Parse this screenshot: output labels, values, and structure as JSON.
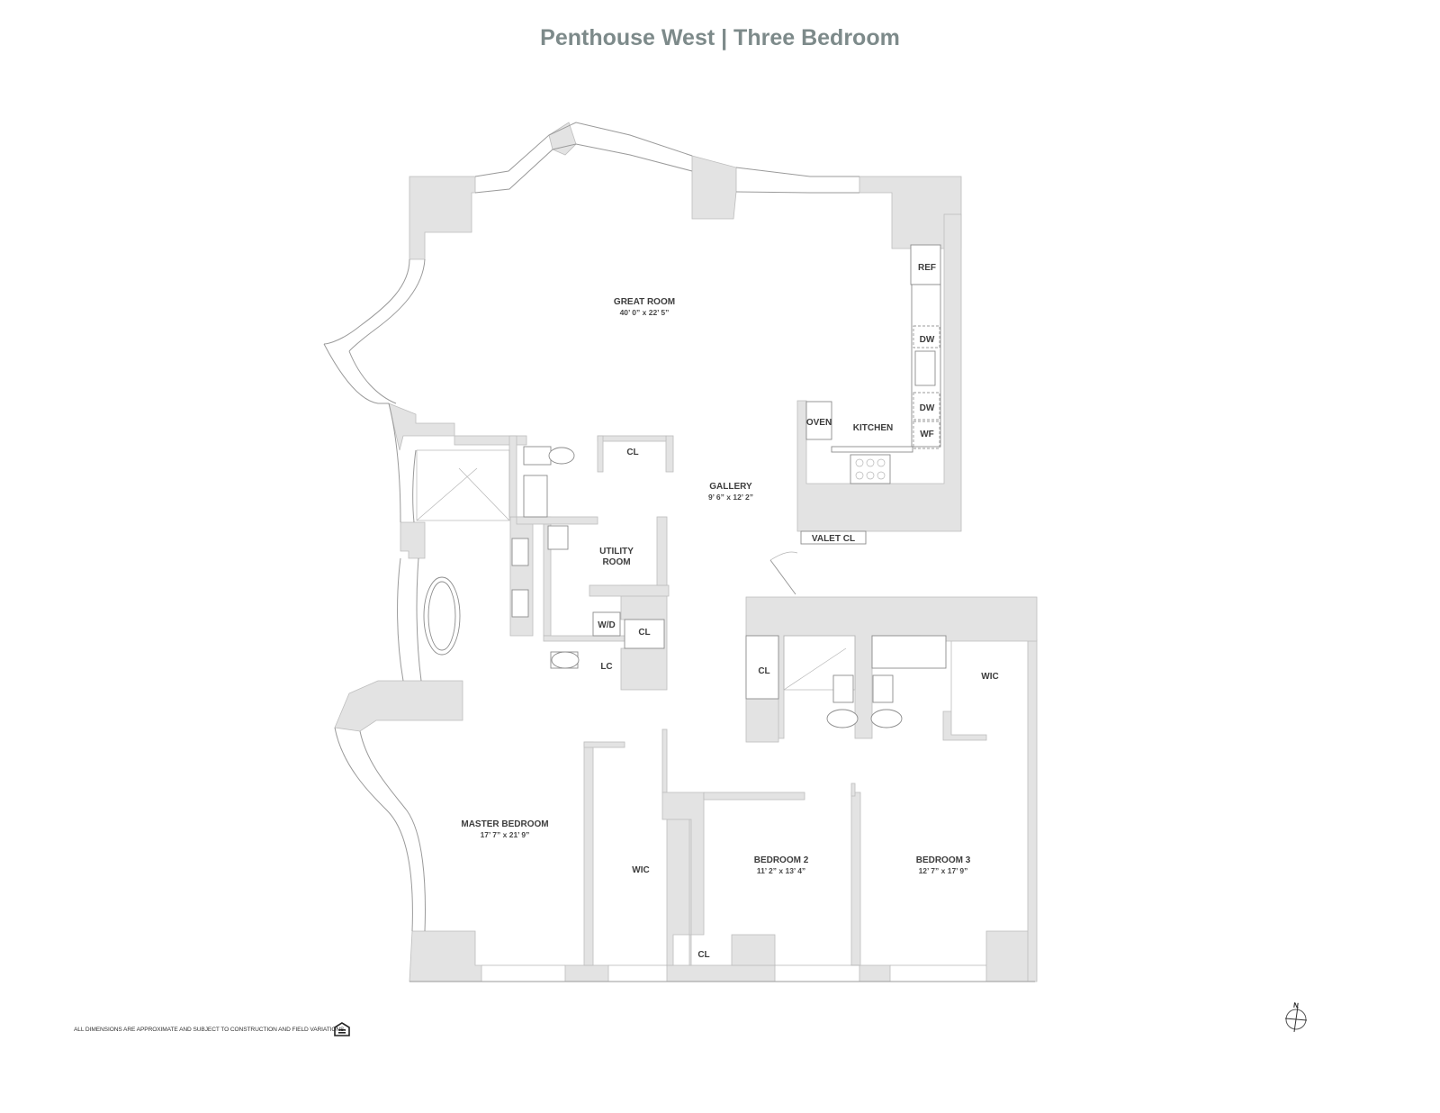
{
  "title": "Penthouse West | Three Bedroom",
  "rooms": {
    "great_room": {
      "name": "GREAT ROOM",
      "dims": "40’ 0” x 22’ 5”"
    },
    "gallery": {
      "name": "GALLERY",
      "dims": "9’ 6” x 12’ 2”"
    },
    "kitchen": {
      "name": "KITCHEN"
    },
    "utility_room": {
      "line1": "UTILITY",
      "line2": "ROOM"
    },
    "master_bedroom": {
      "name": "MASTER BEDROOM",
      "dims": "17’ 7” x 21’ 9”"
    },
    "bedroom_2": {
      "name": "BEDROOM 2",
      "dims": "11’ 2” x 13’ 4”"
    },
    "bedroom_3": {
      "name": "BEDROOM 3",
      "dims": "12’ 7” x 17’ 9”"
    }
  },
  "labels": {
    "ref": "REF",
    "dw": "DW",
    "wf": "WF",
    "oven": "OVEN",
    "valet_cl": "VALET CL",
    "cl": "CL",
    "wd": "W/D",
    "lc": "LC",
    "wic": "WIC"
  },
  "compass_label": "N",
  "disclaimer": "ALL DIMENSIONS ARE APPROXIMATE AND SUBJECT TO CONSTRUCTION AND FIELD VARIATIONS.",
  "colors": {
    "title": "#7d8a8a",
    "wall": "#e3e3e3",
    "text": "#3d3d3d"
  }
}
